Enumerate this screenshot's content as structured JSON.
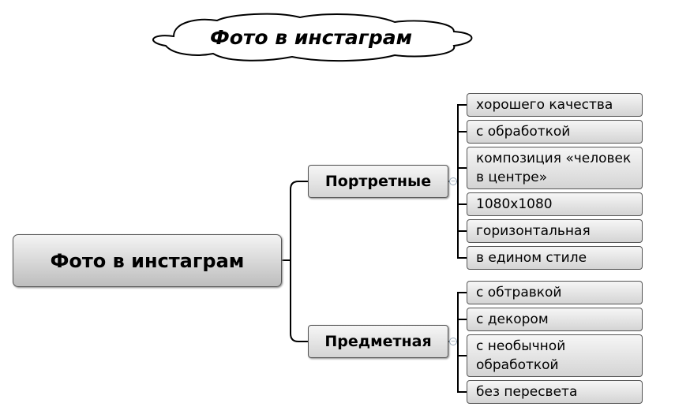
{
  "title": "Фото в инстаграм",
  "central": "Фото в инстаграм",
  "branches": [
    {
      "label": "Портретные",
      "items": [
        "хорошего качества",
        "с обработкой",
        "композиция «человек в центре»",
        "1080x1080",
        "горизонтальная",
        "в едином стиле"
      ]
    },
    {
      "label": "Предметная",
      "items": [
        "с обтравкой",
        "с декором",
        "с необычной обработкой",
        "без пересвета"
      ]
    }
  ]
}
